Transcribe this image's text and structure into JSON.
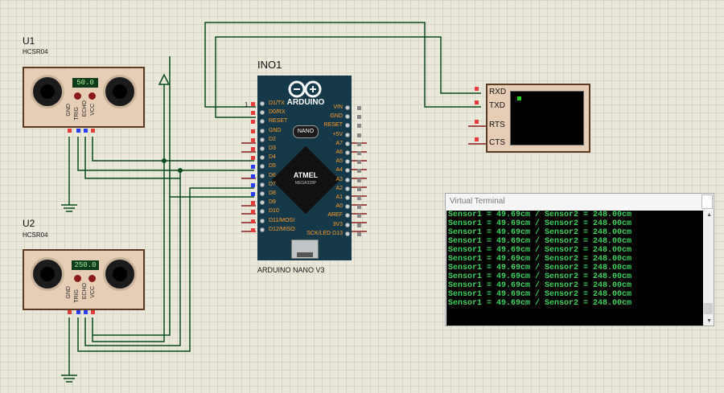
{
  "u1": {
    "ref": "U1",
    "part": "HCSR04",
    "lcd_value": "50.0",
    "pins": [
      "GND",
      "TRIG",
      "ECHO",
      "VCC"
    ]
  },
  "u2": {
    "ref": "U2",
    "part": "HCSR04",
    "lcd_value": "250.0",
    "pins": [
      "GND",
      "TRIG",
      "ECHO",
      "VCC"
    ]
  },
  "arduino": {
    "ref": "INO1",
    "name": "ARDUINO NANO V3",
    "logo_text": "ARDUINO",
    "board_label": "NANO",
    "chip_label": "ATMEL",
    "chip_sub": "MEGA328P",
    "wire_label": "1",
    "left_pins": [
      "D1/TX",
      "D0/RX",
      "RESET",
      "GND",
      "D2",
      "D3",
      "D4",
      "D5",
      "D6",
      "D7",
      "D8",
      "D9",
      "D10",
      "D11/MOSI",
      "D12/MISO"
    ],
    "right_pins": [
      "VIN",
      "GND",
      "RESET",
      "+5V",
      "A7",
      "A6",
      "A5",
      "A4",
      "A3",
      "A2",
      "A1",
      "A0",
      "AREF",
      "3V3",
      "SCK/LED D13"
    ]
  },
  "terminal_part": {
    "pins": [
      "RXD",
      "TXD",
      "RTS",
      "CTS"
    ]
  },
  "virtual_terminal": {
    "title": "Virtual Terminal",
    "lines": [
      "Sensor1 = 49.69cm / Sensor2 = 248.00cm",
      "Sensor1 = 49.69cm / Sensor2 = 248.00cm",
      "Sensor1 = 49.69cm / Sensor2 = 248.00cm",
      "Sensor1 = 49.69cm / Sensor2 = 248.00cm",
      "Sensor1 = 49.69cm / Sensor2 = 248.00cm",
      "Sensor1 = 49.69cm / Sensor2 = 248.00cm",
      "Sensor1 = 49.69cm / Sensor2 = 248.00cm",
      "Sensor1 = 49.69cm / Sensor2 = 248.00cm",
      "Sensor1 = 49.69cm / Sensor2 = 248.00cm",
      "Sensor1 = 49.69cm / Sensor2 = 248.00cm",
      "Sensor1 = 49.69cm / Sensor2 = 248.00cm"
    ]
  },
  "colors": {
    "wire": "#0b4a1a",
    "pin_red": "#e83b3b",
    "pin_blue": "#2a3cff",
    "terminal_text": "#3dd25f",
    "board": "#16394a",
    "pin_label": "#ff9c2a"
  }
}
